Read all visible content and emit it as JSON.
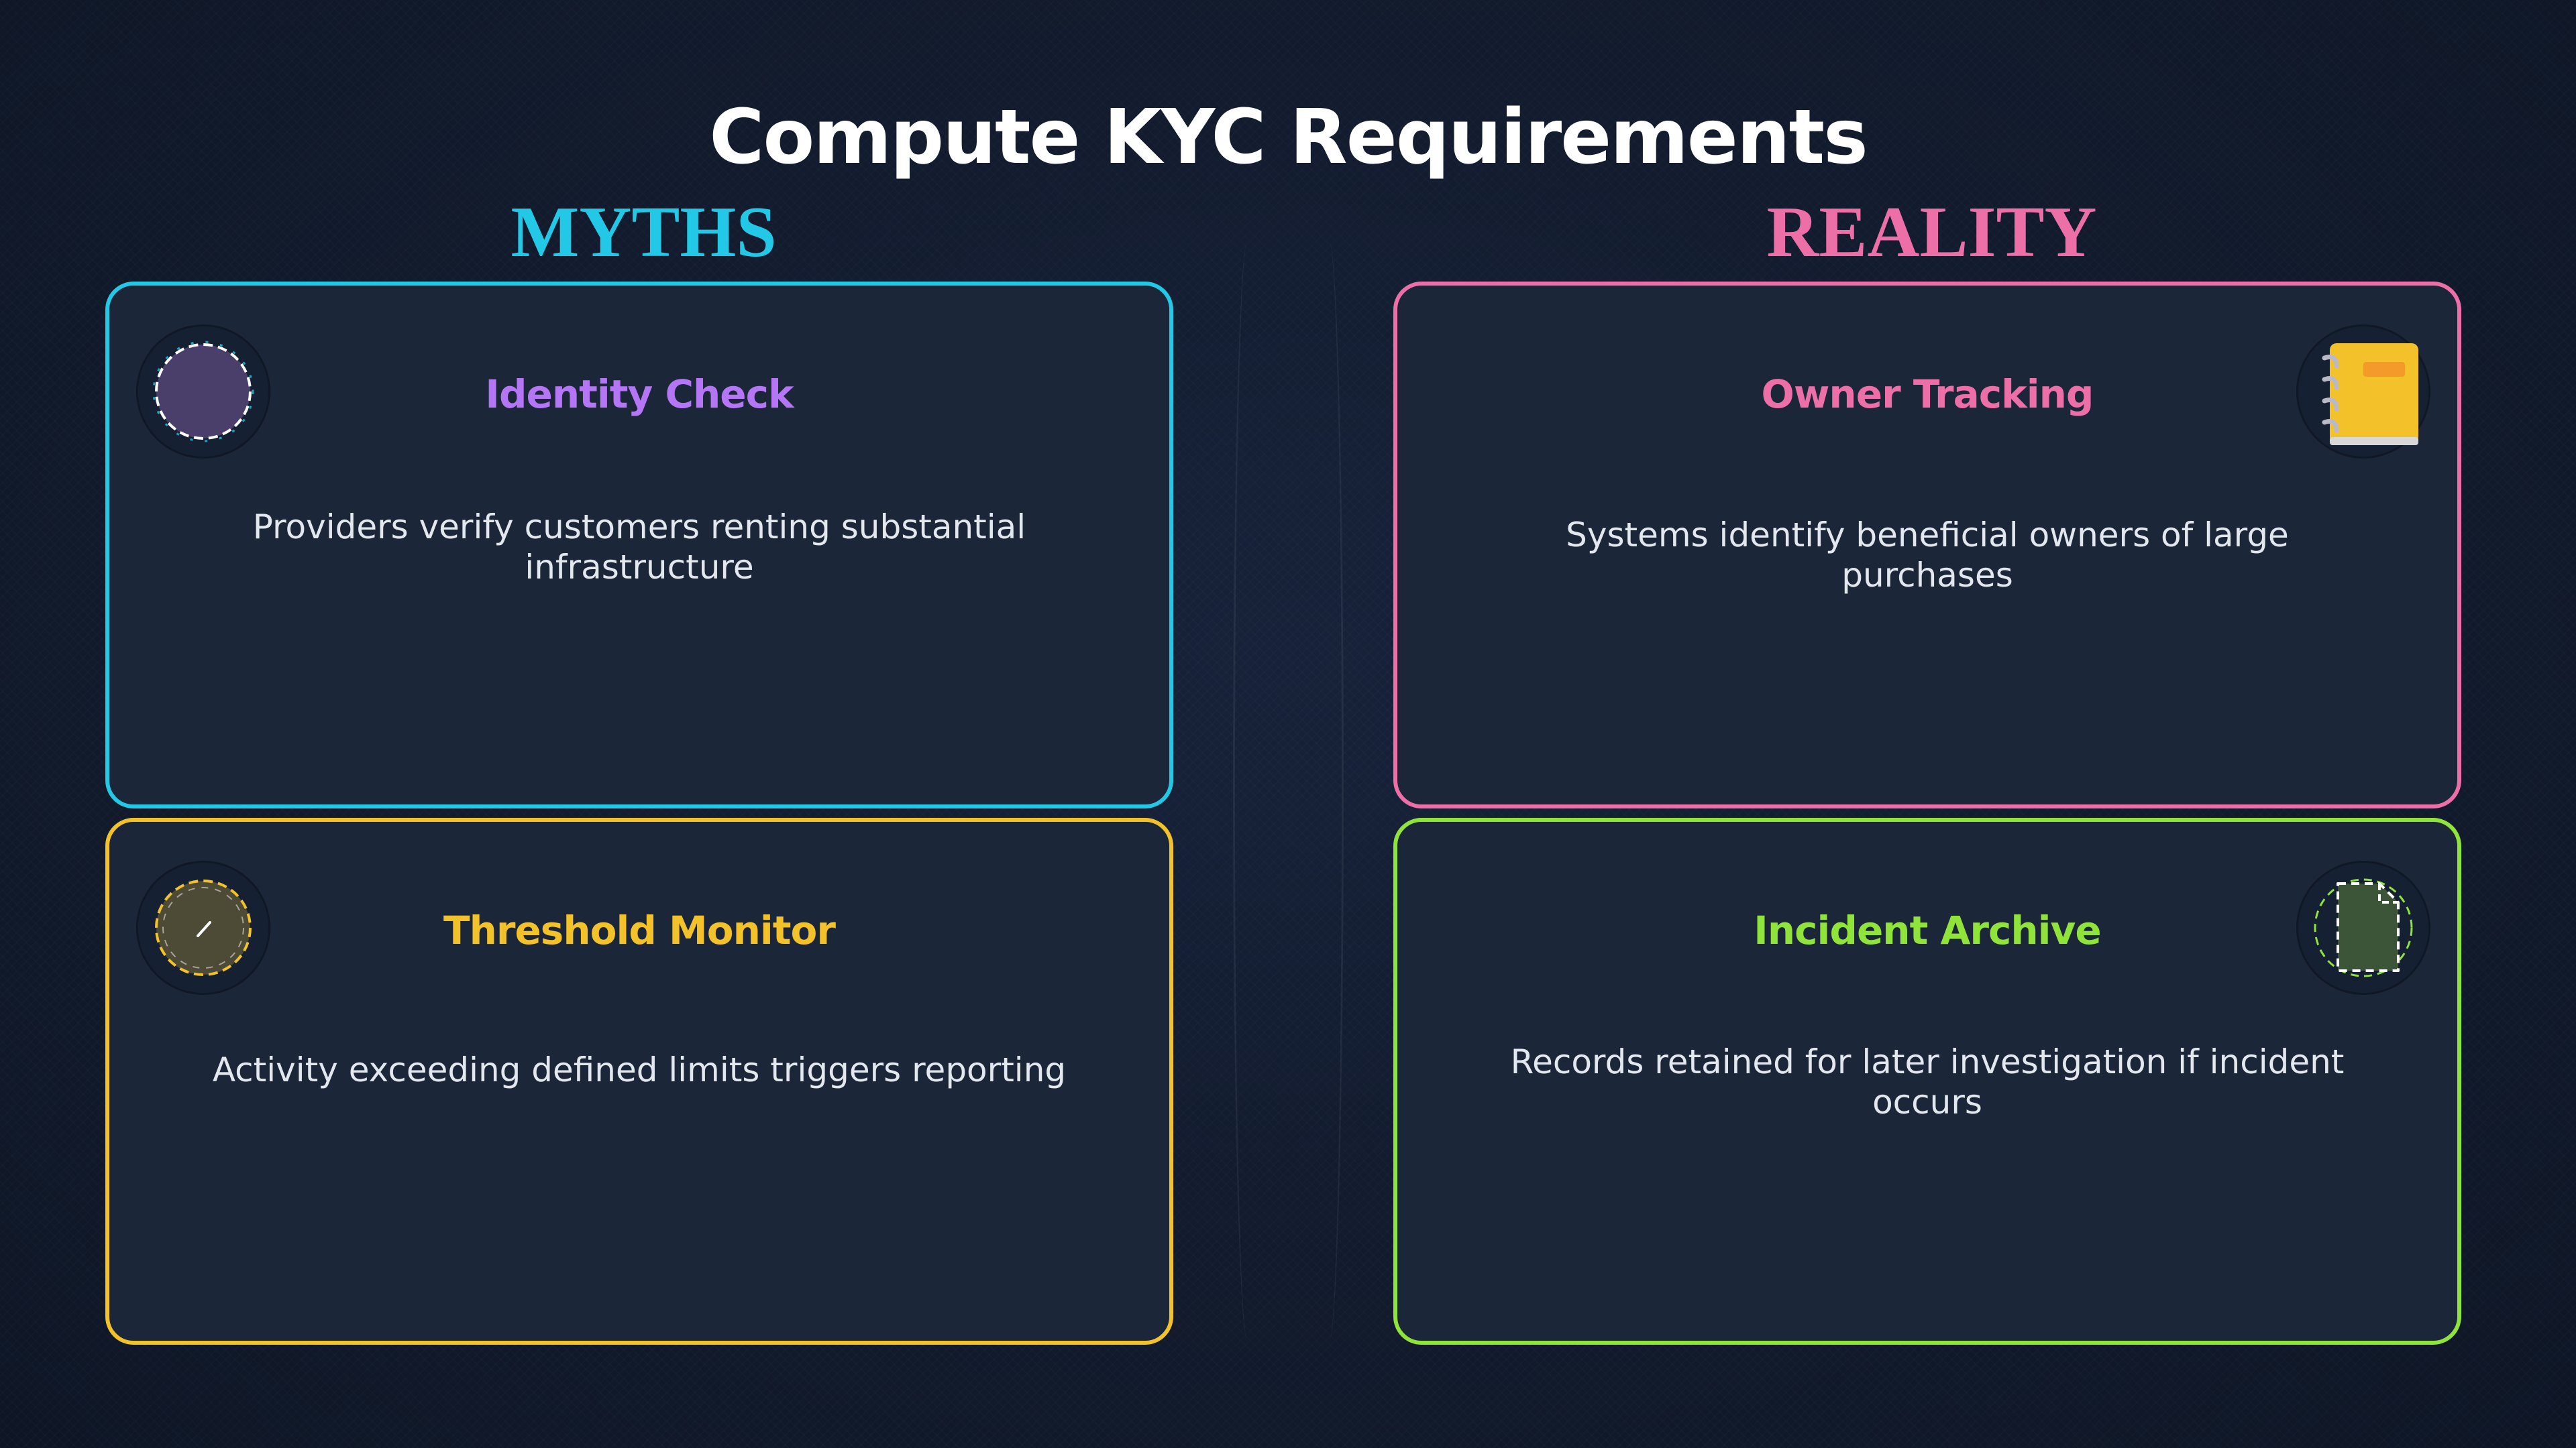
{
  "title": "Compute KYC Requirements",
  "columns": {
    "myths": "MYTHS",
    "reality": "REALITY"
  },
  "cards": [
    {
      "title": "Identity Check",
      "body": "Providers verify customers renting substantial infrastructure",
      "icon": "id-badge-icon"
    },
    {
      "title": "Threshold Monitor",
      "body": "Activity exceeding defined limits triggers reporting",
      "icon": "gauge-icon"
    },
    {
      "title": "Owner Tracking",
      "body": "Systems identify beneficial owners of large purchases",
      "icon": "notebook-icon"
    },
    {
      "title": "Incident Archive",
      "body": "Records retained for later investigation if incident occurs",
      "icon": "document-icon"
    }
  ],
  "colors": {
    "cyan": "#22c8e5",
    "pink": "#ec6fa8",
    "yellow": "#f3c22a",
    "green": "#8fe33a",
    "purple": "#b476f5"
  }
}
